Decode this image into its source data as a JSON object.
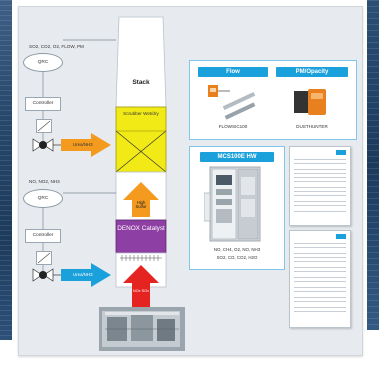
{
  "stack": {
    "top_label": "Stack",
    "scrubber_label": "Scrubber Wet/dry",
    "high_sulfur_label": "High Sulfur",
    "denox_label": "DENOX Catalyst",
    "nox_label": "NOx SOx"
  },
  "left_upper": {
    "gases": "SO2, CO2, O2, FLOW, PM",
    "qal_label": "QRC",
    "controller_label": "Controller",
    "injection_label": "Urea/NH3"
  },
  "left_lower": {
    "gases": "NO, NO2, NH3",
    "qal_label": "QRC",
    "controller_label": "Controller",
    "injection_label": "Urea/NH3"
  },
  "flow_card": {
    "title": "Flow",
    "product": "FLOWSIC100"
  },
  "pm_card": {
    "title": "PM/Opacity",
    "product": "DUSTHUNTER"
  },
  "mcs_card": {
    "title": "MCS100E HW",
    "gases_line1": "NO, CH4, O2, NO, NH3",
    "gases_line2": "SO2, CO, CO2, H2O"
  },
  "colors": {
    "accent": "#1aa0db",
    "scrubber": "#f2ea16",
    "denox": "#8e3fa3",
    "arrow_orange": "#f39a1f",
    "arrow_red": "#e52421",
    "arrow_blue": "#1aa0db"
  }
}
